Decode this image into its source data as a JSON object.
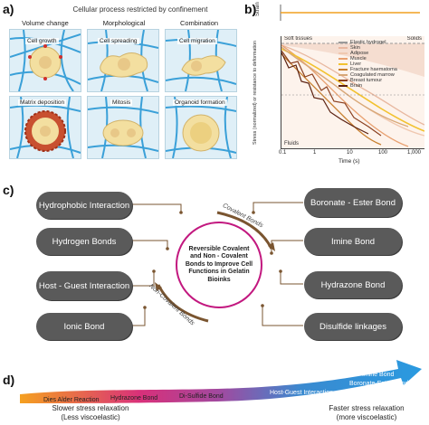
{
  "panel_a": {
    "letter": "a)",
    "title": "Cellular process restricted by confinement",
    "columns": [
      "Volume change",
      "Morphological",
      "Combination"
    ],
    "cells": [
      "Cell growth",
      "Cell spreading",
      "Cell migration",
      "Matrix deposition",
      "Mitosis",
      "Organoid formation"
    ]
  },
  "panel_b": {
    "letter": "b)",
    "strain_label": "Strain",
    "ylabel": "Stress (normalized) or resistance to deformation",
    "xlabel": "Time (s)",
    "region_left": "Soft tissues",
    "region_right": "Solids",
    "region_bottom": "Fluids",
    "x_ticks": [
      "0.1",
      "1",
      "10",
      "100",
      "1,000"
    ],
    "legend": [
      {
        "name": "Elastic hydrogel",
        "color": "#9a9a9a"
      },
      {
        "name": "Skin",
        "color": "#e8b8a0"
      },
      {
        "name": "Adipose",
        "color": "#f0c8b0"
      },
      {
        "name": "Muscle",
        "color": "#e8a070"
      },
      {
        "name": "Liver",
        "color": "#f2c230"
      },
      {
        "name": "Fracture haematoma",
        "color": "#c88030"
      },
      {
        "name": "Coagulated marrow",
        "color": "#d8a878"
      },
      {
        "name": "Breast tumour",
        "color": "#8a4020"
      },
      {
        "name": "Brain",
        "color": "#5a2010"
      }
    ]
  },
  "panel_c": {
    "letter": "c)",
    "center": "Reversible Covalent and Non - Covalent Bonds to Improve Cell Functions in Gelatin Bioinks",
    "covalent_label": "Covalent Bonds",
    "noncovalent_label": "Non-Covalent Bonds",
    "left": [
      "Hydrophobic Interaction",
      "Hydrogen Bonds",
      "Host - Guest Interaction",
      "Ionic Bond"
    ],
    "right": [
      "Boronate - Ester Bond",
      "Imine Bond",
      "Hydrazone Bond",
      "Disulfide linkages"
    ]
  },
  "panel_d": {
    "letter": "d)",
    "arrow_labels": [
      "Dies Alder Reaction",
      "Hydrazone Bond",
      "Di-Sulfide Bond",
      "Host-Guest Interaction",
      "Imine Bond",
      "Boronate-Ester Bond"
    ],
    "slow": "Slower stress relaxation",
    "slow_sub": "(Less viscoelastic)",
    "fast": "Faster stress relaxation",
    "fast_sub": "(more viscoelastic)"
  },
  "colors": {
    "pill": "#5a5a5a",
    "center_ring": "#c2187f",
    "arrow_brown": "#7a5530",
    "strain_orange": "#f0a020"
  }
}
